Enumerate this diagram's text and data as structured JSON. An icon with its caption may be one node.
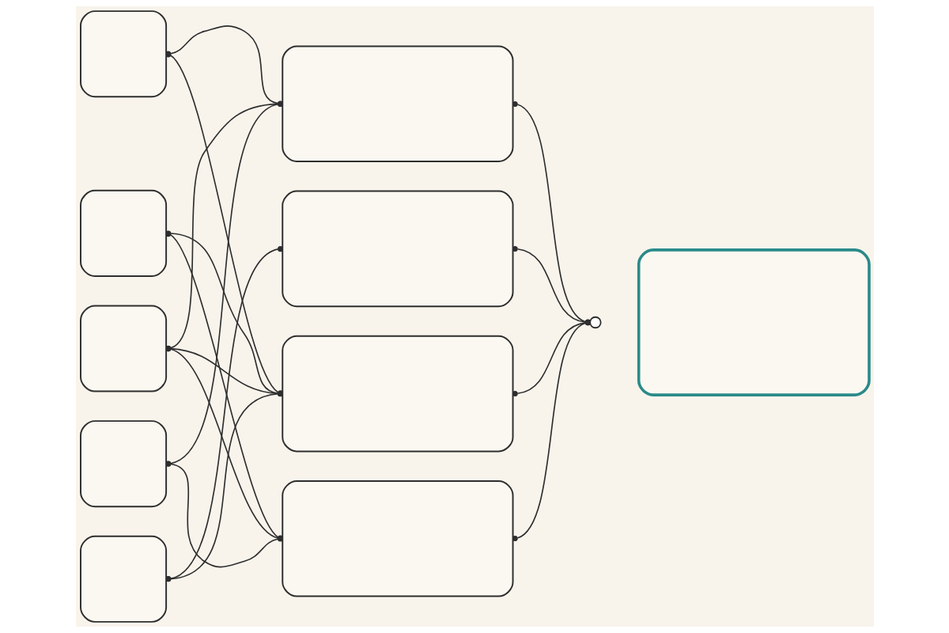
{
  "diagram": {
    "nodes": [
      {
        "text": [],
        "shape": "box"
      },
      {
        "text": [],
        "shape": "box"
      },
      {
        "text": [],
        "shape": "box"
      },
      {
        "text": [],
        "shape": "box"
      },
      {
        "text": [],
        "shape": "box"
      },
      {
        "text": [],
        "shape": "box"
      },
      {
        "text": [],
        "shape": "box"
      },
      {
        "text": [],
        "shape": "box"
      },
      {
        "text": [],
        "shape": "box"
      },
      {
        "text": [],
        "shape": "circle"
      },
      {
        "text": [],
        "shape": "box"
      }
    ],
    "edges": [
      {
        "from": 0,
        "to": 5,
        "arrow": "other"
      },
      {
        "from": 0,
        "to": 7,
        "arrow": "other"
      },
      {
        "from": 1,
        "to": 7,
        "arrow": "other"
      },
      {
        "from": 1,
        "to": 8,
        "arrow": "other"
      },
      {
        "from": 2,
        "to": 5,
        "arrow": "other"
      },
      {
        "from": 2,
        "to": 7,
        "arrow": "other"
      },
      {
        "from": 2,
        "to": 8,
        "arrow": "other"
      },
      {
        "from": 3,
        "to": 5,
        "arrow": "other"
      },
      {
        "from": 3,
        "to": 8,
        "arrow": "other"
      },
      {
        "from": 4,
        "to": 6,
        "arrow": "other"
      },
      {
        "from": 4,
        "to": 7,
        "arrow": "other"
      },
      {
        "from": 5,
        "to": 9,
        "arrow": "other"
      },
      {
        "from": 6,
        "to": 9,
        "arrow": "other"
      },
      {
        "from": 7,
        "to": 9,
        "arrow": "other"
      },
      {
        "from": 8,
        "to": 9,
        "arrow": "other"
      }
    ]
  }
}
